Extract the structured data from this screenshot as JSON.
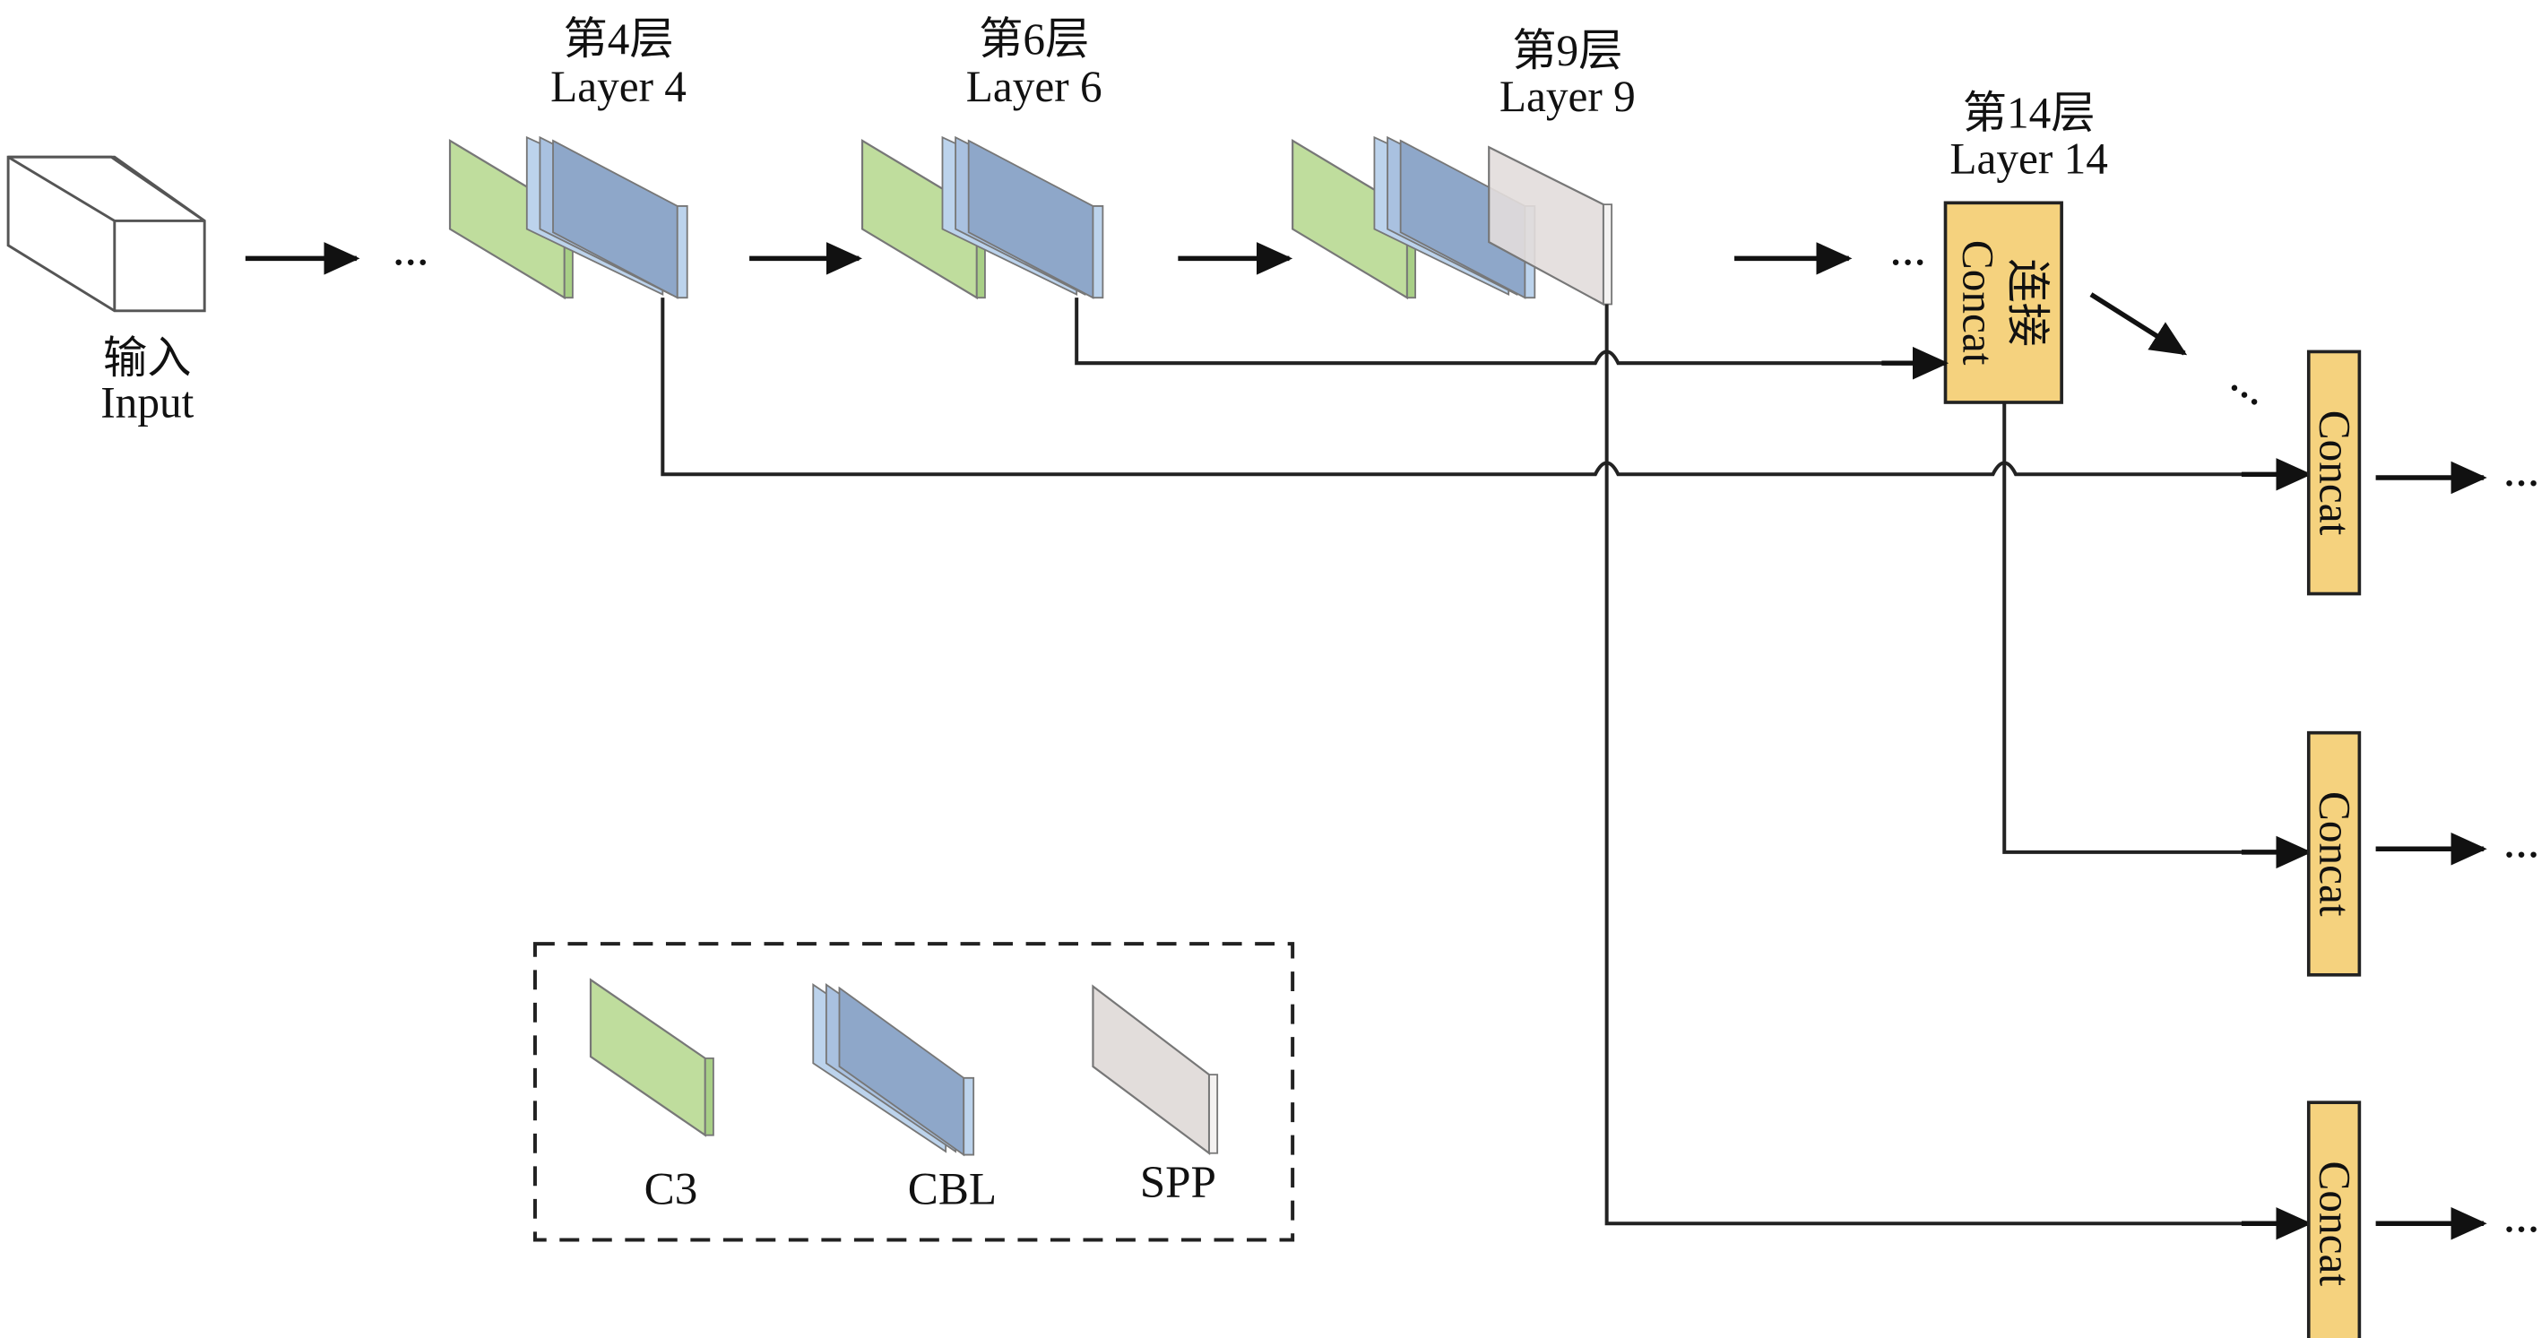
{
  "diagram": {
    "input": {
      "label_cn": "输入",
      "label_en": "Input"
    },
    "layers": [
      {
        "id": "layer4",
        "label_cn": "第4层",
        "label_en": "Layer 4",
        "blocks": [
          "C3",
          "CBL"
        ]
      },
      {
        "id": "layer6",
        "label_cn": "第6层",
        "label_en": "Layer 6",
        "blocks": [
          "C3",
          "CBL"
        ]
      },
      {
        "id": "layer9",
        "label_cn": "第9层",
        "label_en": "Layer 9",
        "blocks": [
          "C3",
          "CBL",
          "SPP"
        ]
      },
      {
        "id": "layer14",
        "label_cn": "第14层",
        "label_en": "Layer 14",
        "block_cn": "连接",
        "block_en": "Concat"
      }
    ],
    "concat_outputs": [
      {
        "label": "Concat",
        "inputs": [
          "Layer 4",
          "Concat (Layer 14 path)"
        ]
      },
      {
        "label": "Concat",
        "inputs": [
          "Layer 14"
        ]
      },
      {
        "label": "Concat",
        "inputs": [
          "Layer 9"
        ]
      }
    ],
    "ellipsis": "…",
    "connections": [
      {
        "from": "Layer 6",
        "to": "Layer 14"
      },
      {
        "from": "Layer 4",
        "to": "Concat 1"
      },
      {
        "from": "Layer 14",
        "to": "Concat 2"
      },
      {
        "from": "Layer 9",
        "to": "Concat 3"
      }
    ],
    "legend": [
      {
        "label": "C3",
        "color": "#bfdd9d"
      },
      {
        "label": "CBL",
        "color": "#8ea7c9"
      },
      {
        "label": "SPP",
        "color": "#e2dddb"
      }
    ],
    "colors": {
      "c3": "#bfdd9d",
      "cbl": "#8ea7c9",
      "cbl_light": "#bcd3ec",
      "spp": "#e2dddb",
      "concat": "#f5d27e",
      "line": "#222222"
    }
  }
}
